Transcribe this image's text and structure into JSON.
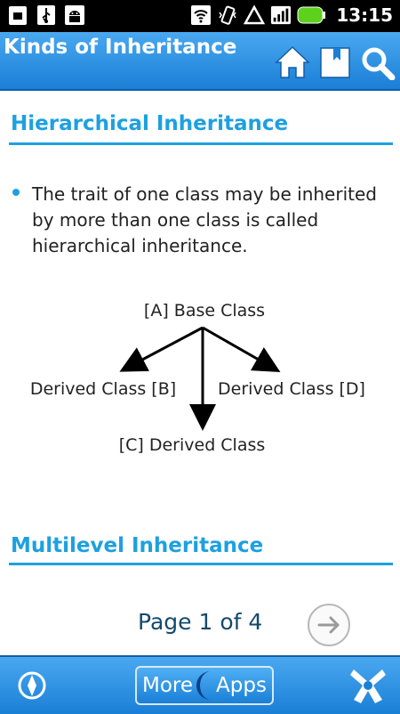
{
  "status_bar": {
    "time": "13:15"
  },
  "header": {
    "title": "Kinds of Inheritance"
  },
  "sections": [
    {
      "title": "Hierarchical Inheritance"
    },
    {
      "title": "Multilevel Inheritance"
    }
  ],
  "content": {
    "bullet": "The trait of one class may be inherited by more than one class is called hierarchical inheritance."
  },
  "diagram": {
    "base": "[A] Base Class",
    "left": "Derived Class [B]",
    "right": "Derived Class [D]",
    "bottom": "[C] Derived Class"
  },
  "pagination": {
    "label": "Page 1 of 4"
  },
  "bottom_bar": {
    "more_label": "More",
    "apps_label": "Apps"
  },
  "colors": {
    "accent": "#1ea0e0",
    "bar": "#2a8fe0",
    "page_text": "#134a6b"
  }
}
